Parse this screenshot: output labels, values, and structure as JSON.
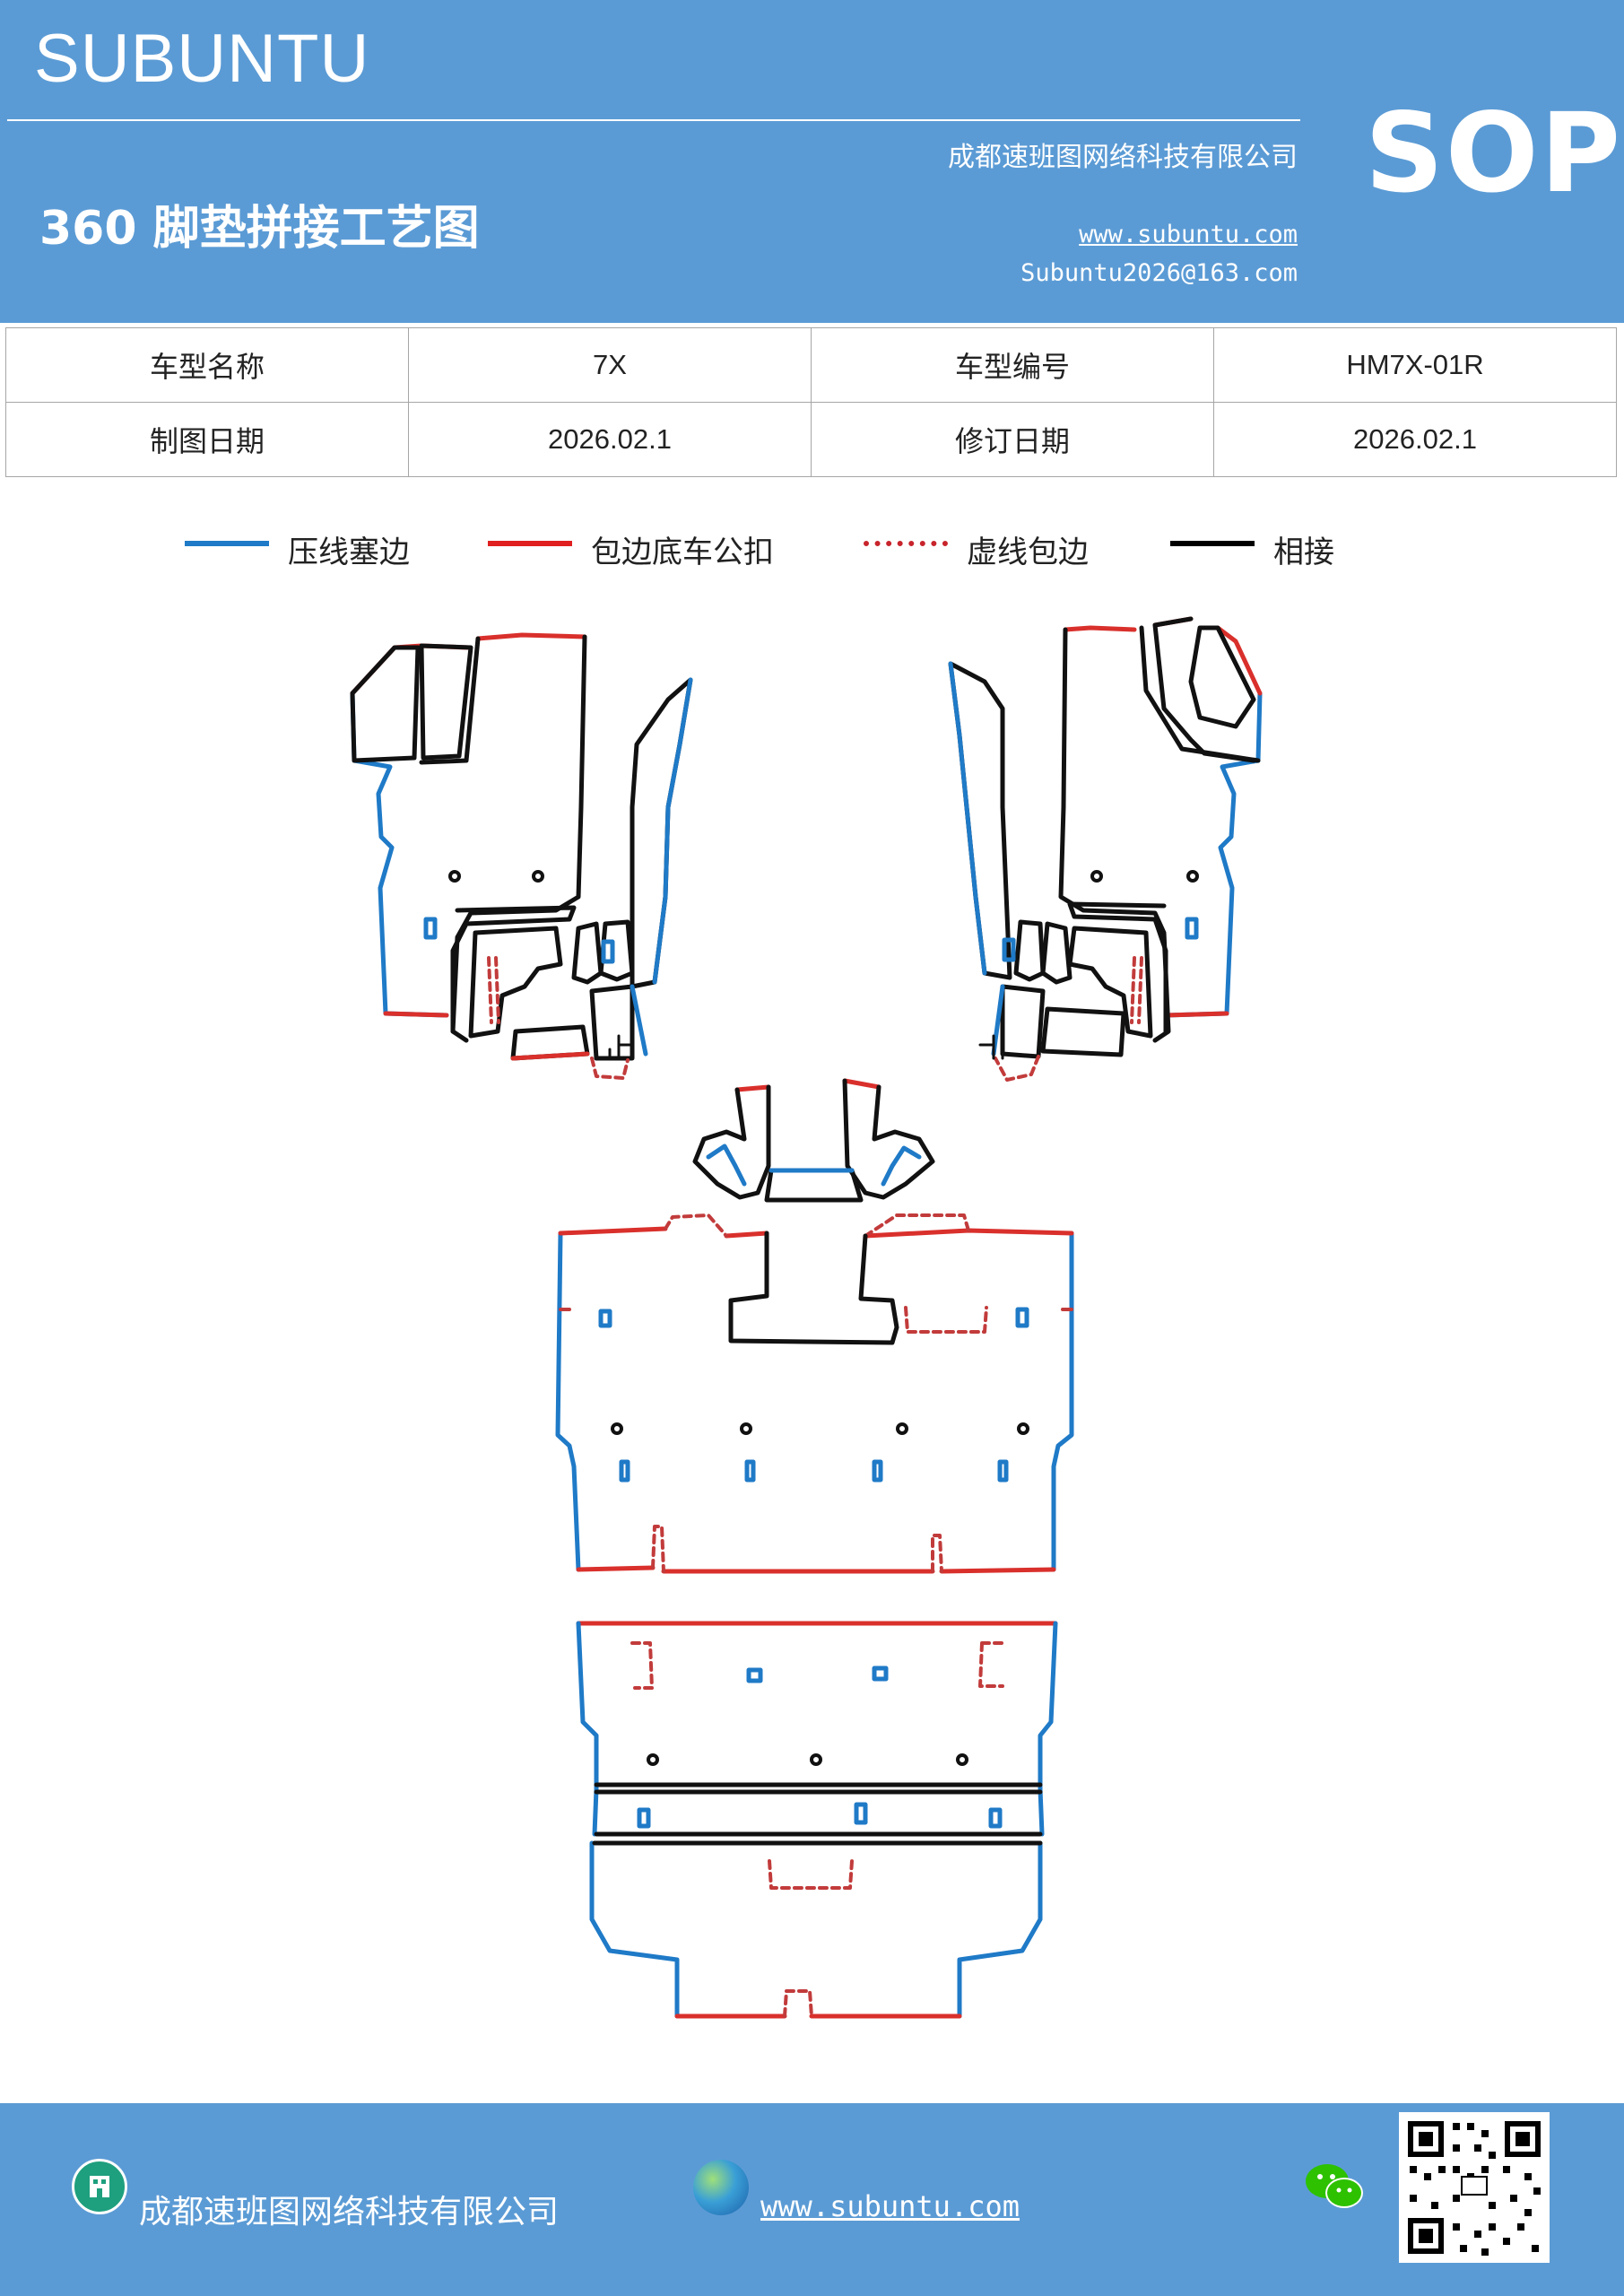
{
  "header": {
    "brand": "SUBUNTU",
    "company": "成都速班图网络科技有限公司",
    "sop": "SOP",
    "title": "360 脚垫拼接工艺图",
    "website": "www.subuntu.com",
    "email": "Subuntu2026@163.com"
  },
  "info": {
    "rows": [
      {
        "label1": "车型名称",
        "value1": "7X",
        "label2": "车型编号",
        "value2": "HM7X-01R"
      },
      {
        "label1": "制图日期",
        "value1": "2026.02.1",
        "label2": "修订日期",
        "value2": "2026.02.1"
      }
    ]
  },
  "legend": [
    {
      "label": "压线塞边",
      "color": "#1f7ac7",
      "style": "solid"
    },
    {
      "label": "包边底车公扣",
      "color": "#e02020",
      "style": "solid"
    },
    {
      "label": "虚线包边",
      "color": "#c8242c",
      "style": "dashed"
    },
    {
      "label": "相接",
      "color": "#000000",
      "style": "solid"
    }
  ],
  "colors": {
    "header_bg": "#5b9bd5",
    "blue_edge": "#1f7ac7",
    "red_edge": "#d9302c",
    "dashed_edge": "#c23b3b",
    "joint": "#111111"
  },
  "footer": {
    "company": "成都速班图网络科技有限公司",
    "website": "www.subuntu.com",
    "icons": [
      "building-icon",
      "globe-icon",
      "wechat-icon",
      "qr-code"
    ]
  }
}
